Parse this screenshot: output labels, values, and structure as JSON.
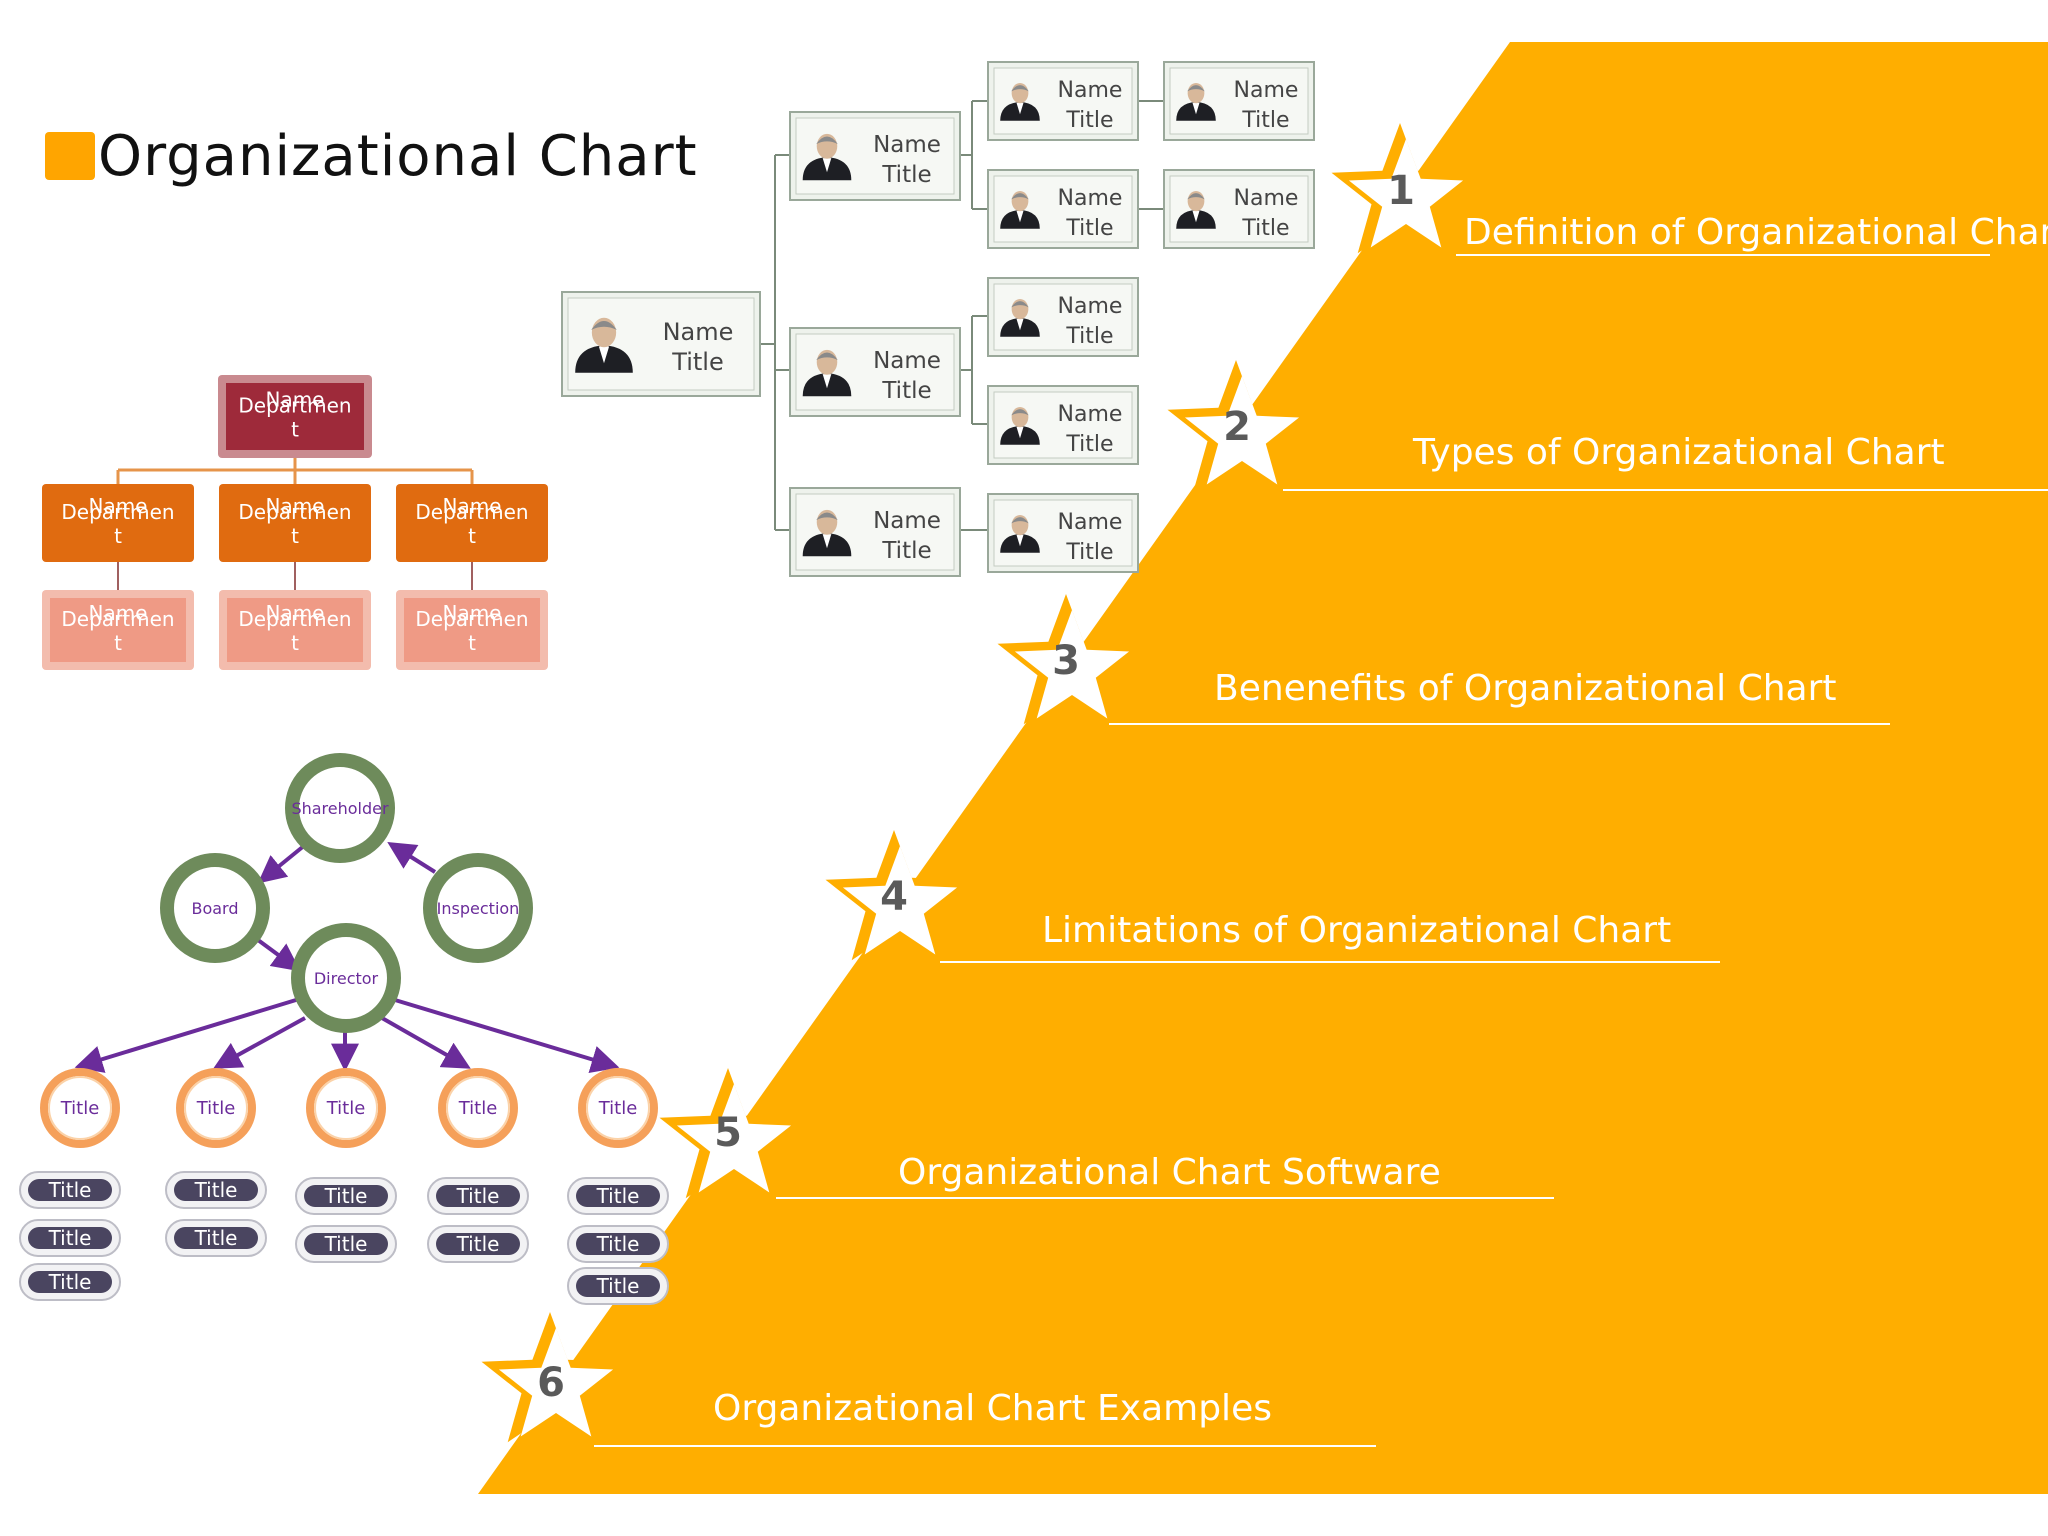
{
  "header": {
    "title": "Organizational Chart"
  },
  "toc": {
    "items": [
      {
        "num": "1",
        "label": "Definition of Organizational Chart"
      },
      {
        "num": "2",
        "label": "Types of Organizational Chart"
      },
      {
        "num": "3",
        "label": "Benenefits of Organizational Chart"
      },
      {
        "num": "4",
        "label": "Limitations of Organizational Chart"
      },
      {
        "num": "5",
        "label": "Organizational Chart Software"
      },
      {
        "num": "6",
        "label": "Organizational Chart Examples"
      }
    ]
  },
  "dept_chart": {
    "box_name": "Name",
    "box_dept_line1": "Departmen",
    "box_dept_line2": "t"
  },
  "photo_chart": {
    "name": "Name",
    "title": "Title"
  },
  "ring_chart": {
    "top": "Shareholder",
    "left": "Board",
    "right": "Inspection",
    "center": "Director",
    "ring_label": "Title",
    "pill_label": "Title"
  },
  "colors": {
    "accent": "#ffae00",
    "dept_top": "#9e2a3a",
    "dept_mid": "#e06b10",
    "dept_low": "#ef9a85",
    "ring_green": "#6e8b5b",
    "ring_orange": "#f5a05a",
    "arrow_purple": "#6a2c9a",
    "pill_dark": "#4a4560"
  }
}
